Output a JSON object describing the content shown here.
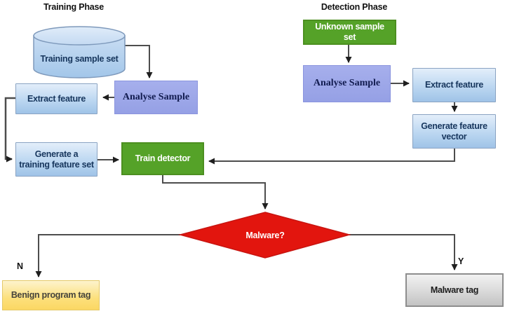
{
  "titles": {
    "training_phase": "Training Phase",
    "detection_phase": "Detection Phase"
  },
  "nodes": {
    "training_sample_set": {
      "lines": [
        "Training sample set"
      ]
    },
    "analyse_sample_training": {
      "lines": [
        "Analyse Sample"
      ]
    },
    "extract_feature_training": {
      "lines": [
        "Extract feature"
      ]
    },
    "generate_training_feature_set": {
      "lines": [
        "Generate a",
        "training feature set"
      ]
    },
    "train_detector": {
      "lines": [
        "Train detector"
      ]
    },
    "unknown_sample_set": {
      "lines": [
        "Unknown sample",
        "set"
      ]
    },
    "analyse_sample_detection": {
      "lines": [
        "Analyse Sample"
      ]
    },
    "extract_feature_detection": {
      "lines": [
        "Extract feature"
      ]
    },
    "generate_feature_vector": {
      "lines": [
        "Generate feature",
        "vector"
      ]
    },
    "malware_decision": {
      "lines": [
        "Malware?"
      ]
    },
    "benign_program_tag": {
      "lines": [
        "Benign program tag"
      ]
    },
    "malware_tag": {
      "lines": [
        "Malware tag"
      ]
    }
  },
  "branch_labels": {
    "no": "N",
    "yes": "Y"
  },
  "colors": {
    "light_blue_box_top": "#e3eefa",
    "light_blue_box_bottom": "#9fc3e7",
    "periwinkle_box": "#9aa4e8",
    "green_box": "#55a228",
    "red_diamond": "#e2150e",
    "yellow_box": "#fbd763",
    "gray_box": "#d9d9d9",
    "dark_navy_text": "#17365d",
    "connector_line": "#4d4d4d"
  }
}
